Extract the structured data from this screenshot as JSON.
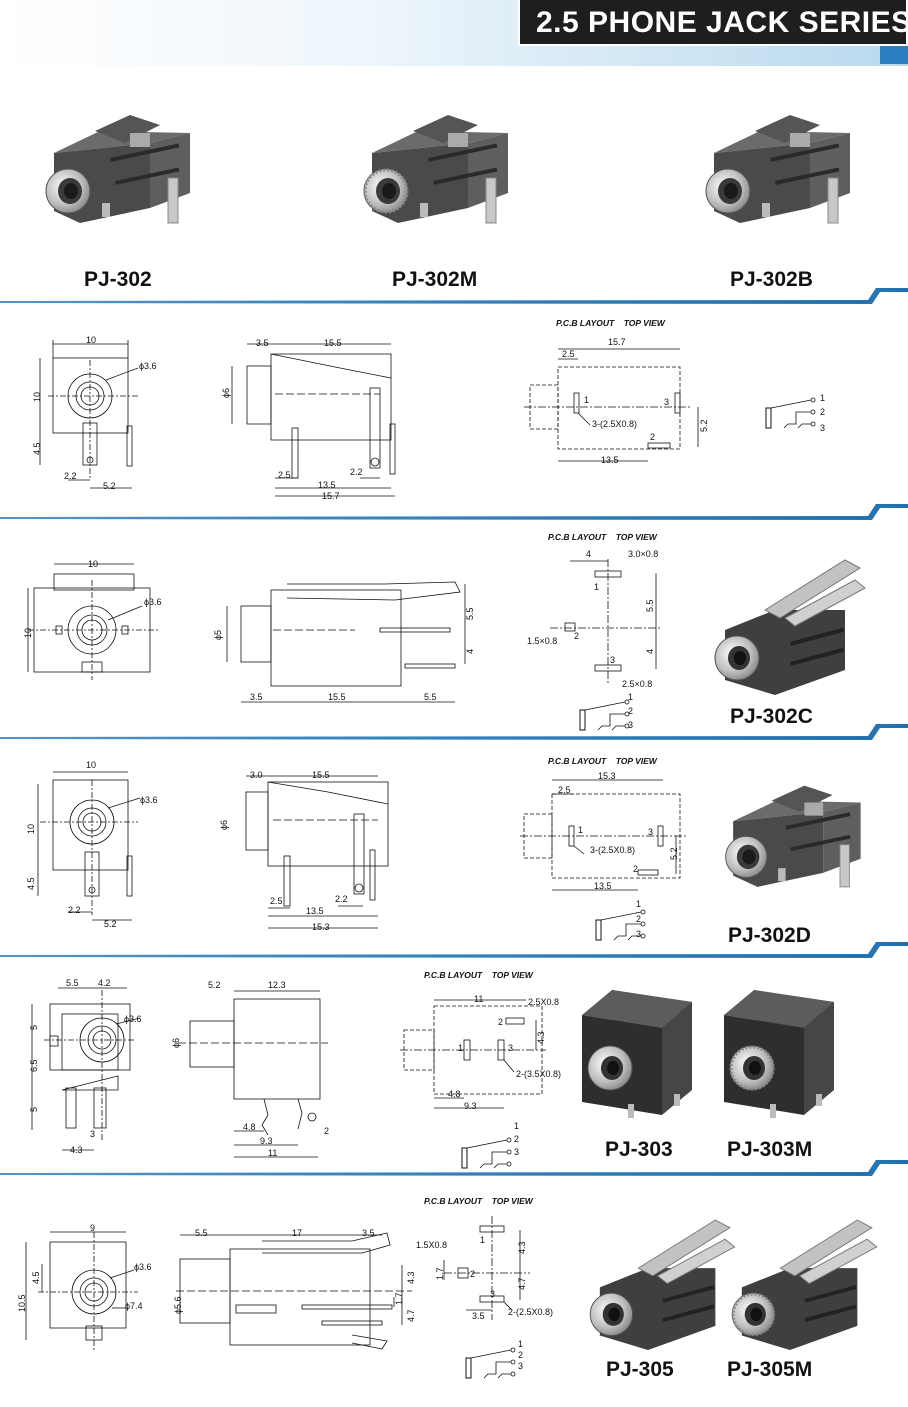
{
  "header": {
    "title": "2.5 PHONE JACK SERIES"
  },
  "products": {
    "pj302": "PJ-302",
    "pj302m": "PJ-302M",
    "pj302b": "PJ-302B",
    "pj302c": "PJ-302C",
    "pj302d": "PJ-302D",
    "pj303": "PJ-303",
    "pj303m": "PJ-303M",
    "pj305": "PJ-305",
    "pj305m": "PJ-305M"
  },
  "pcb_title": "P.C.B LAYOUT",
  "top_view": "TOP VIEW",
  "pins": [
    "1",
    "2",
    "3"
  ],
  "s302": {
    "front": {
      "w": "10",
      "h": "10",
      "dia": "ϕ3.6",
      "h2": "4.5",
      "a": "2.2",
      "b": "5.2"
    },
    "side": {
      "a": "3.5",
      "b": "15.5",
      "dia": "ϕ6",
      "c": "2.5",
      "d": "2.2",
      "e": "13.5",
      "f": "15.7"
    },
    "pcb": {
      "w": "15.7",
      "a": "2.5",
      "hole": "3-(2.5X0.8)",
      "h": "5.2",
      "b": "13.5"
    }
  },
  "s302c": {
    "front": {
      "w": "10",
      "h": "10",
      "dia": "ϕ3.6"
    },
    "side": {
      "dia": "ϕ5",
      "a": "5.5",
      "b": "4",
      "c": "3.5",
      "d": "15.5",
      "e": "5.5"
    },
    "pcb": {
      "a": "4",
      "slot1": "3.0×0.8",
      "b": "5.5",
      "slot2": "1.5×0.8",
      "c": "4",
      "slot3": "2.5×0.8"
    }
  },
  "s302d": {
    "front": {
      "w": "10",
      "h": "10",
      "dia": "ϕ3.6",
      "h2": "4.5",
      "a": "2.2",
      "b": "5.2"
    },
    "side": {
      "a": "3.0",
      "b": "15.5",
      "dia": "ϕ6",
      "c": "2.5",
      "d": "2.2",
      "e": "13.5",
      "f": "15.3"
    },
    "pcb": {
      "w": "15.3",
      "a": "2.5",
      "hole": "3-(2.5X0.8)",
      "h": "5.2",
      "b": "13.5"
    }
  },
  "s303": {
    "front": {
      "a": "5.5",
      "b": "4.2",
      "c": "5",
      "dia": "ϕ3.6",
      "d": "6.5",
      "e": "5",
      "f": "3",
      "g": "4.3"
    },
    "side": {
      "a": "5.2",
      "b": "12.3",
      "dia": "ϕ6",
      "c": "4.8",
      "d": "9.3",
      "e": "11",
      "f": "2"
    },
    "pcb": {
      "a": "11",
      "slot": "2.5X0.8",
      "b": "4.3",
      "hole": "2-(3.5X0.8)",
      "c": "4.8",
      "d": "9.3"
    }
  },
  "s305": {
    "front": {
      "w": "9",
      "a": "4.5",
      "dia": "ϕ3.6",
      "h": "10.5",
      "dia2": "ϕ7.4"
    },
    "side": {
      "a": "5.5",
      "b": "17",
      "c": "3.5",
      "dia": "ϕ5.6",
      "d": "4.3",
      "e": "1.7",
      "f": "4.7"
    },
    "pcb": {
      "slot": "1.5X0.8",
      "a": "4.3",
      "b": "1.7",
      "c": "4.7",
      "d": "3.5",
      "hole": "2-(2.5X0.8)"
    }
  },
  "colors": {
    "accent_blue": "#2a7fc0",
    "header_bg": "#1e1e1e",
    "body_dark": "#3c3c3c"
  }
}
